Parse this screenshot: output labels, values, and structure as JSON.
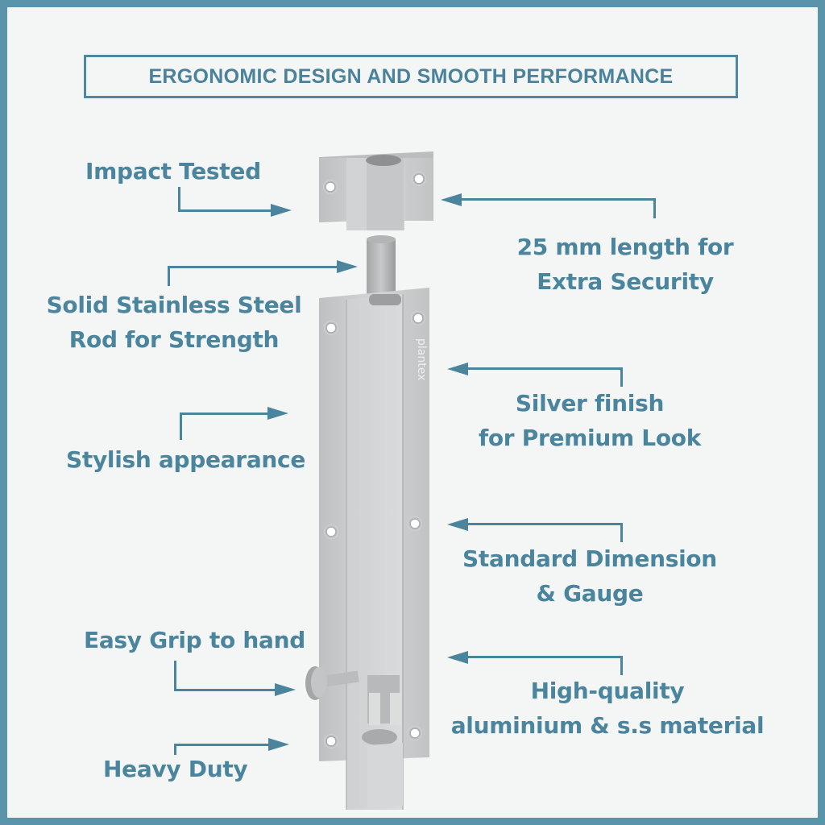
{
  "title": "ERGONOMIC DESIGN AND SMOOTH PERFORMANCE",
  "brand_mark": "plantex",
  "colors": {
    "frame": "#5a94ab",
    "text_accent": "#4a849d",
    "background": "#f4f6f6",
    "metal": "#c9cacb"
  },
  "left_callouts": [
    {
      "text": "Impact Tested"
    },
    {
      "line1": "Solid Stainless Steel",
      "line2": "Rod for Strength"
    },
    {
      "text": "Stylish appearance"
    },
    {
      "text": "Easy Grip to hand"
    },
    {
      "text": "Heavy Duty"
    }
  ],
  "right_callouts": [
    {
      "line1": "25 mm length for",
      "line2": "Extra Security"
    },
    {
      "line1": "Silver finish",
      "line2": "for Premium Look"
    },
    {
      "line1": "Standard Dimension",
      "line2": "& Gauge"
    },
    {
      "line1": "High-quality",
      "line2": "aluminium & s.s material"
    }
  ],
  "product": {
    "name": "tower-bolt",
    "icon": "tower-bolt-illustration"
  }
}
